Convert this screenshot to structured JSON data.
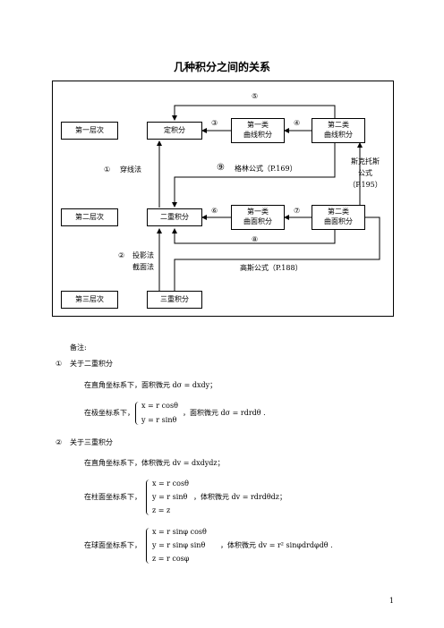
{
  "title": "几种积分之间的关系",
  "levels": {
    "l1": "第一层次",
    "l2": "第二层次",
    "l3": "第三层次"
  },
  "boxes": {
    "definite": "定积分",
    "curve1": [
      "第一类",
      "曲线积分"
    ],
    "curve2": [
      "第二类",
      "曲线积分"
    ],
    "double": "二重积分",
    "surf1": [
      "第一类",
      "曲面积分"
    ],
    "surf2": [
      "第二类",
      "曲面积分"
    ],
    "triple": "三重积分"
  },
  "markers": {
    "m5": "⑤",
    "m3": "③",
    "m4": "④",
    "m9": "⑨",
    "m6": "⑥",
    "m7": "⑦",
    "m8": "⑧",
    "m1": "①",
    "m2": "②"
  },
  "labels": {
    "chuanxian": "穿线法",
    "green": "格林公式（P.169）",
    "stokes": [
      "斯克托斯",
      "公式",
      "（P.195）"
    ],
    "touying": [
      "投影法",
      "截面法"
    ],
    "gauss": "高斯公式（P.188）"
  },
  "notes": {
    "heading": "备注:",
    "n1_marker": "①",
    "n1_title": "关于二重积分",
    "n1_rect": "在直角坐标系下，面积微元 dσ = dxdy；",
    "n1_polar_prefix": "在极坐标系下，",
    "n1_polar_eqs": [
      "x = r cosθ",
      "y = r sinθ"
    ],
    "n1_polar_suffix": "，面积微元 dσ = rdrdθ .",
    "n2_marker": "②",
    "n2_title": "关于三重积分",
    "n2_rect": "在直角坐标系下，体积微元 dv = dxdydz；",
    "n2_cyl_prefix": "在柱面坐标系下，",
    "n2_cyl_eqs": [
      "x = r cosθ",
      "y = r sinθ",
      "z = z"
    ],
    "n2_cyl_suffix": "，体积微元 dv = rdrdθdz；",
    "n2_sph_prefix": "在球面坐标系下，",
    "n2_sph_eqs": [
      "x = r sinφ cosθ",
      "y = r sinφ sinθ",
      "z = r cosφ"
    ],
    "n2_sph_suffix": "，体积微元 dv = r² sinφdrdφdθ ."
  },
  "page_number": "1"
}
